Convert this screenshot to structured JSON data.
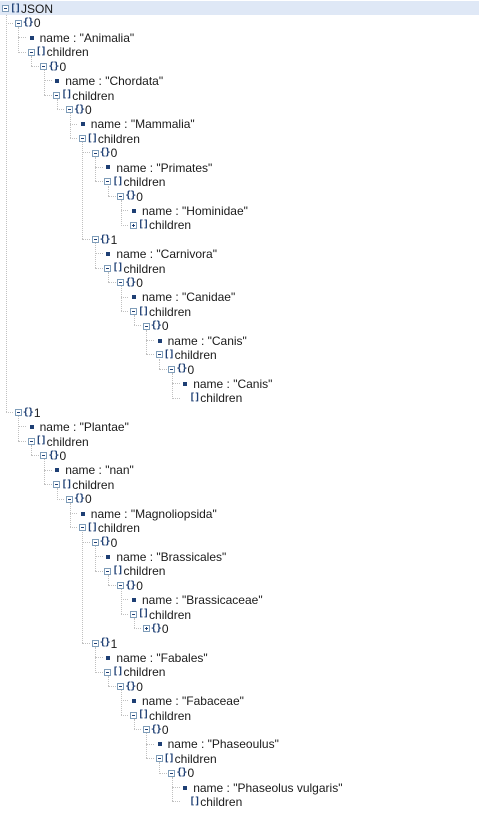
{
  "tree": [
    {
      "indent": 0,
      "kind": "array",
      "label": "JSON",
      "toggle": "expanded",
      "selected": true
    },
    {
      "indent": 1,
      "kind": "object",
      "label": "0",
      "toggle": "expanded"
    },
    {
      "indent": 2,
      "kind": "leaf",
      "label": "name : \"Animalia\""
    },
    {
      "indent": 2,
      "kind": "array",
      "label": "children",
      "toggle": "expanded"
    },
    {
      "indent": 3,
      "kind": "object",
      "label": "0",
      "toggle": "expanded"
    },
    {
      "indent": 4,
      "kind": "leaf",
      "label": "name : \"Chordata\""
    },
    {
      "indent": 4,
      "kind": "array",
      "label": "children",
      "toggle": "expanded"
    },
    {
      "indent": 5,
      "kind": "object",
      "label": "0",
      "toggle": "expanded"
    },
    {
      "indent": 6,
      "kind": "leaf",
      "label": "name : \"Mammalia\""
    },
    {
      "indent": 6,
      "kind": "array",
      "label": "children",
      "toggle": "expanded"
    },
    {
      "indent": 7,
      "kind": "object",
      "label": "0",
      "toggle": "expanded"
    },
    {
      "indent": 8,
      "kind": "leaf",
      "label": "name : \"Primates\""
    },
    {
      "indent": 8,
      "kind": "array",
      "label": "children",
      "toggle": "expanded"
    },
    {
      "indent": 9,
      "kind": "object",
      "label": "0",
      "toggle": "expanded"
    },
    {
      "indent": 10,
      "kind": "leaf",
      "label": "name : \"Hominidae\""
    },
    {
      "indent": 10,
      "kind": "array",
      "label": "children",
      "toggle": "collapsed"
    },
    {
      "indent": 7,
      "kind": "object",
      "label": "1",
      "toggle": "expanded"
    },
    {
      "indent": 8,
      "kind": "leaf",
      "label": "name : \"Carnivora\""
    },
    {
      "indent": 8,
      "kind": "array",
      "label": "children",
      "toggle": "expanded"
    },
    {
      "indent": 9,
      "kind": "object",
      "label": "0",
      "toggle": "expanded"
    },
    {
      "indent": 10,
      "kind": "leaf",
      "label": "name : \"Canidae\""
    },
    {
      "indent": 10,
      "kind": "array",
      "label": "children",
      "toggle": "expanded"
    },
    {
      "indent": 11,
      "kind": "object",
      "label": "0",
      "toggle": "expanded"
    },
    {
      "indent": 12,
      "kind": "leaf",
      "label": "name : \"Canis\""
    },
    {
      "indent": 12,
      "kind": "array",
      "label": "children",
      "toggle": "expanded"
    },
    {
      "indent": 13,
      "kind": "object",
      "label": "0",
      "toggle": "expanded"
    },
    {
      "indent": 14,
      "kind": "leaf",
      "label": "name : \"Canis\""
    },
    {
      "indent": 14,
      "kind": "array",
      "label": "children",
      "toggle": "none"
    },
    {
      "indent": 1,
      "kind": "object",
      "label": "1",
      "toggle": "expanded"
    },
    {
      "indent": 2,
      "kind": "leaf",
      "label": "name : \"Plantae\""
    },
    {
      "indent": 2,
      "kind": "array",
      "label": "children",
      "toggle": "expanded"
    },
    {
      "indent": 3,
      "kind": "object",
      "label": "0",
      "toggle": "expanded"
    },
    {
      "indent": 4,
      "kind": "leaf",
      "label": "name : \"nan\""
    },
    {
      "indent": 4,
      "kind": "array",
      "label": "children",
      "toggle": "expanded"
    },
    {
      "indent": 5,
      "kind": "object",
      "label": "0",
      "toggle": "expanded"
    },
    {
      "indent": 6,
      "kind": "leaf",
      "label": "name : \"Magnoliopsida\""
    },
    {
      "indent": 6,
      "kind": "array",
      "label": "children",
      "toggle": "expanded"
    },
    {
      "indent": 7,
      "kind": "object",
      "label": "0",
      "toggle": "expanded"
    },
    {
      "indent": 8,
      "kind": "leaf",
      "label": "name : \"Brassicales\""
    },
    {
      "indent": 8,
      "kind": "array",
      "label": "children",
      "toggle": "expanded"
    },
    {
      "indent": 9,
      "kind": "object",
      "label": "0",
      "toggle": "expanded"
    },
    {
      "indent": 10,
      "kind": "leaf",
      "label": "name : \"Brassicaceae\""
    },
    {
      "indent": 10,
      "kind": "array",
      "label": "children",
      "toggle": "expanded"
    },
    {
      "indent": 11,
      "kind": "object",
      "label": "0",
      "toggle": "collapsed"
    },
    {
      "indent": 7,
      "kind": "object",
      "label": "1",
      "toggle": "expanded"
    },
    {
      "indent": 8,
      "kind": "leaf",
      "label": "name : \"Fabales\""
    },
    {
      "indent": 8,
      "kind": "array",
      "label": "children",
      "toggle": "expanded"
    },
    {
      "indent": 9,
      "kind": "object",
      "label": "0",
      "toggle": "expanded"
    },
    {
      "indent": 10,
      "kind": "leaf",
      "label": "name : \"Fabaceae\""
    },
    {
      "indent": 10,
      "kind": "array",
      "label": "children",
      "toggle": "expanded"
    },
    {
      "indent": 11,
      "kind": "object",
      "label": "0",
      "toggle": "expanded"
    },
    {
      "indent": 12,
      "kind": "leaf",
      "label": "name : \"Phaseoulus\""
    },
    {
      "indent": 12,
      "kind": "array",
      "label": "children",
      "toggle": "expanded"
    },
    {
      "indent": 13,
      "kind": "object",
      "label": "0",
      "toggle": "expanded"
    },
    {
      "indent": 14,
      "kind": "leaf",
      "label": "name : \"Phaseolus vulgaris\""
    },
    {
      "indent": 14,
      "kind": "array",
      "label": "children",
      "toggle": "none"
    }
  ],
  "icons": {
    "object": "{}",
    "array": "[]"
  },
  "colors": {
    "selection": "#dfe8f6",
    "icon": "#1e3f74",
    "toggle_border": "#7f9db9",
    "guide_line": "#c0c0c0"
  }
}
